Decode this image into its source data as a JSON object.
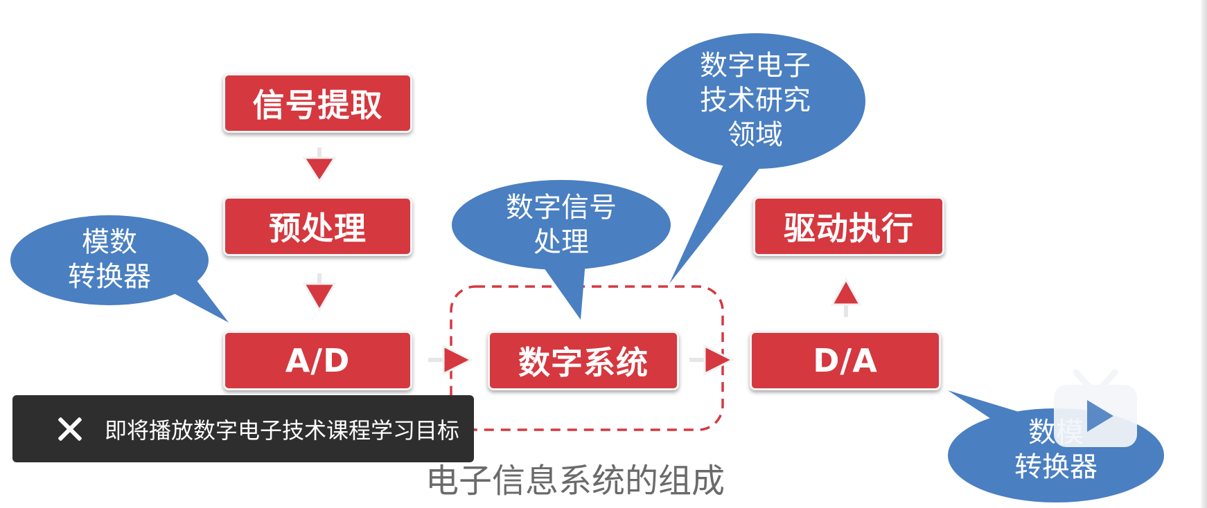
{
  "diagram": {
    "caption": "电子信息系统的组成",
    "boxes": {
      "signal_extract": "信号提取",
      "preprocess": "预处理",
      "ad": "A/D",
      "digital_system": "数字系统",
      "da": "D/A",
      "drive_execute": "驱动执行"
    },
    "bubbles": {
      "adc": "模数\n转换器",
      "dsp": "数字信号\n处理",
      "field": "数字电子\n技术研究\n领域",
      "dac": "数模\n转换器"
    }
  },
  "toast": {
    "text": "即将播放数字电子技术课程学习目标",
    "close_icon": "close-icon"
  },
  "player": {
    "overlay_icon": "bilibili-play-icon"
  },
  "colors": {
    "box_red": "#d5383f",
    "bubble_blue": "#4a7fc1",
    "toast_bg": "#2e2e2e",
    "dashed_border": "#d5383f"
  }
}
